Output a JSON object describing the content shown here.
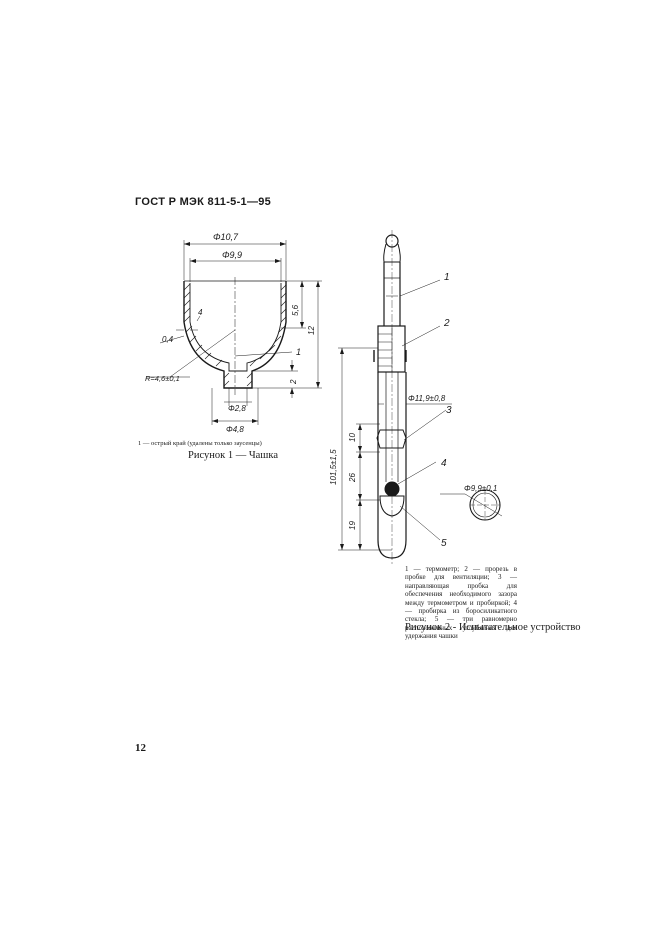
{
  "header": {
    "title": "ГОСТ Р МЭК 811-5-1—95"
  },
  "figure1": {
    "dims": {
      "outer_diameter": "Φ10,7",
      "inner_diameter": "Φ9,9",
      "height_inner": "5,6",
      "height_total": "12",
      "wall": "0,4",
      "edge": "4",
      "radius": "R=4,6±0,1",
      "hole_diameter": "Φ2,8",
      "base_diameter": "Φ4,8",
      "base_height": "2",
      "callout": "1"
    },
    "legend": "1 — острый край (удалены только заусенцы)",
    "caption": "Рисунок 1 — Чашка"
  },
  "figure2": {
    "callouts": [
      "1",
      "2",
      "3",
      "4",
      "5"
    ],
    "dims": {
      "total": "101,5±1,5",
      "seg_top": "10",
      "seg_mid": "26",
      "seg_bottom": "19",
      "bore": "Φ11,9±0,8",
      "tube": "Φ9,9±0,1"
    },
    "legend": "1 — термометр; 2 — прорезь в пробке для вентиляции; 3 — направляющая пробка для обеспечения необходимого зазора между термометром и пробиркой; 4 — пробирка из боросиликатного стекла; 5 — три равномерно расположенных углубления для удержания чашки",
    "caption": "Рисунок 2 - Испытательное устройство"
  },
  "page_number": "12"
}
